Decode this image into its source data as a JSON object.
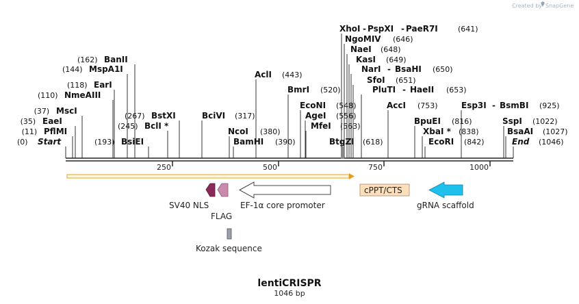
{
  "credit": {
    "text": "Created by",
    "brand": "SnapGene"
  },
  "map": {
    "title": "lentiCRISPR",
    "length": "1046 bp",
    "ticks": [
      "250",
      "500",
      "750",
      "1000"
    ]
  },
  "sites": [
    {
      "name": "Start",
      "pos": "(0)",
      "italic": true
    },
    {
      "name": "PflMI",
      "pos": "(11)"
    },
    {
      "name": "EaeI",
      "pos": "(35)"
    },
    {
      "name": "MscI",
      "pos": "(37)"
    },
    {
      "name": "NmeAIII",
      "pos": "(110)"
    },
    {
      "name": "EarI",
      "pos": "(118)"
    },
    {
      "name": "MspA1I",
      "pos": "(144)"
    },
    {
      "name": "BanII",
      "pos": "(162)"
    },
    {
      "name": "BsiEI",
      "pos": "(193)"
    },
    {
      "name": "BclI *",
      "pos": "(245)"
    },
    {
      "name": "BstXI",
      "pos": "(267)"
    },
    {
      "name": "BciVI",
      "pos": "(317)"
    },
    {
      "name": "NcoI",
      "pos": "(380)"
    },
    {
      "name": "BamHI",
      "pos": "(390)"
    },
    {
      "name": "AclI",
      "pos": "(443)"
    },
    {
      "name": "BmrI",
      "pos": "(520)"
    },
    {
      "name": "EcoNI",
      "pos": "(548)"
    },
    {
      "name": "AgeI",
      "pos": "(556)"
    },
    {
      "name": "MfeI",
      "pos": "(563)"
    },
    {
      "name": "BtgZI",
      "pos": "(618)"
    },
    {
      "name": "XhoI",
      "pos": ""
    },
    {
      "name": "PspXI",
      "pos": ""
    },
    {
      "name": "PaeR7I",
      "pos": "(641)"
    },
    {
      "name": "NgoMIV",
      "pos": "(646)"
    },
    {
      "name": "NaeI",
      "pos": "(648)"
    },
    {
      "name": "KasI",
      "pos": "(649)"
    },
    {
      "name": "NarI",
      "pos": ""
    },
    {
      "name": "BsaHI",
      "pos": "(650)"
    },
    {
      "name": "SfoI",
      "pos": "(651)"
    },
    {
      "name": "PluTI",
      "pos": ""
    },
    {
      "name": "HaeII",
      "pos": "(653)"
    },
    {
      "name": "AccI",
      "pos": "(753)"
    },
    {
      "name": "BpuEI",
      "pos": "(816)"
    },
    {
      "name": "XbaI *",
      "pos": "(838)"
    },
    {
      "name": "EcoRI",
      "pos": "(842)"
    },
    {
      "name": "Esp3I",
      "pos": ""
    },
    {
      "name": "BsmBI",
      "pos": "(925)"
    },
    {
      "name": "SspI",
      "pos": "(1022)"
    },
    {
      "name": "BsaAI",
      "pos": "(1027)"
    },
    {
      "name": "End",
      "pos": "(1046)",
      "italic": true
    }
  ],
  "features": [
    {
      "name": "SV40 NLS",
      "color": "#8b2a5a"
    },
    {
      "name": "FLAG",
      "color": "#c98aad"
    },
    {
      "name": "EF-1α core promoter",
      "color": "#ffffff"
    },
    {
      "name": "cPPT/CTS",
      "color": "#fde0bb"
    },
    {
      "name": "gRNA scaffold",
      "color": "#1fc0ec"
    },
    {
      "name": "Kozak sequence",
      "color": "#9aa0b0"
    }
  ],
  "colors": {
    "backbone": "#222222",
    "orange_bar": "#e6a020"
  }
}
